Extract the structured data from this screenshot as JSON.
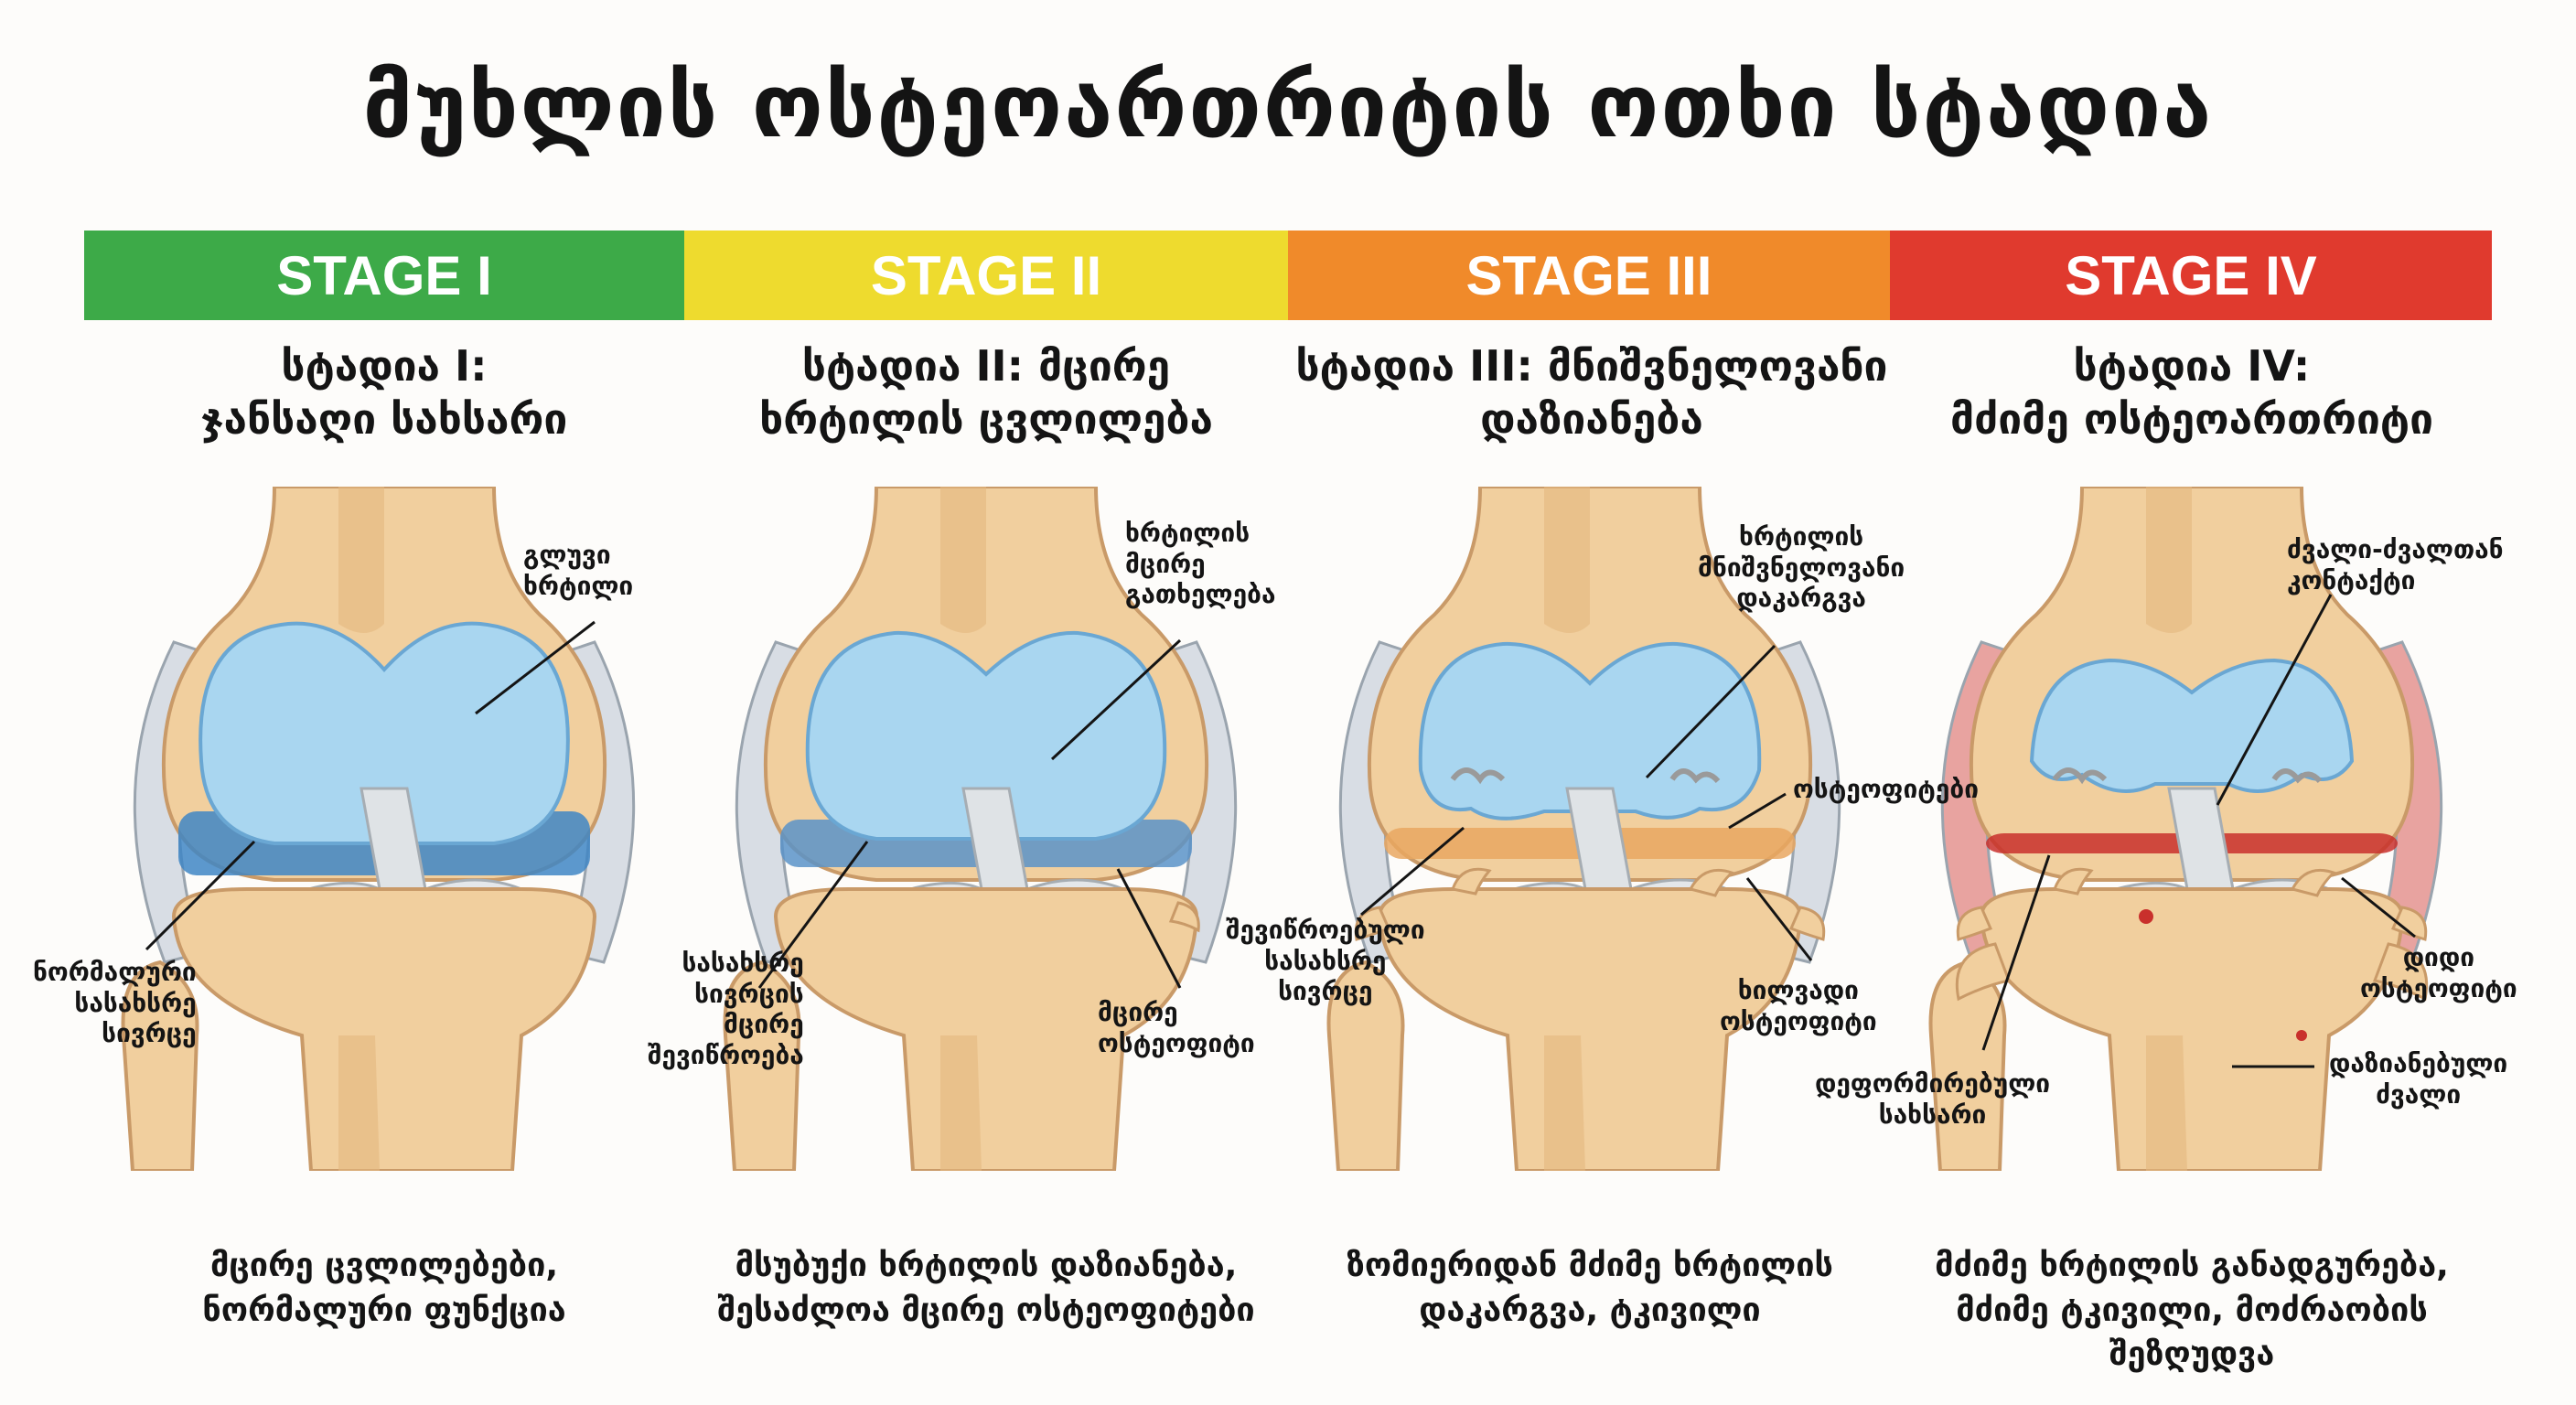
{
  "title": "მუხლის ოსტეოართრიტის ოთხი სტადია",
  "stages": [
    {
      "bar_label": "STAGE I",
      "color": "#3daa48",
      "subtitle": [
        "სტადია I:",
        "ჯანსაღი სახსარი"
      ],
      "annotations": {
        "a": [
          "გლუვი",
          "ხრტილი"
        ],
        "b": [
          "ნორმალური",
          "სასახსრე",
          "სივრცე"
        ]
      },
      "description": [
        "მცირე ცვლილებები,",
        "ნორმალური ფუნქცია"
      ]
    },
    {
      "bar_label": "STAGE II",
      "color": "#eedb2e",
      "subtitle": [
        "სტადია II: მცირე",
        "ხრტილის ცვლილება"
      ],
      "annotations": {
        "a": [
          "ხრტილის",
          "მცირე",
          "გათხელება"
        ],
        "b": [
          "სასახსრე",
          "სივრცის",
          "მცირე",
          "შევიწროება"
        ],
        "c": [
          "მცირე",
          "ოსტეოფიტი"
        ]
      },
      "description": [
        "მსუბუქი ხრტილის დაზიანება,",
        "შესაძლოა მცირე ოსტეოფიტები"
      ]
    },
    {
      "bar_label": "STAGE III",
      "color": "#f08a2a",
      "subtitle": [
        "სტადია III: მნიშვნელოვანი",
        "დაზიანება"
      ],
      "annotations": {
        "a": [
          "ხრტილის",
          "მნიშვნელოვანი",
          "დაკარგვა"
        ],
        "b": [
          "ოსტეოფიტები"
        ],
        "c": [
          "შევიწროებული",
          "სასახსრე",
          "სივრცე"
        ],
        "d": [
          "ხილვადი",
          "ოსტეოფიტი"
        ]
      },
      "description": [
        "ზომიერიდან მძიმე ხრტილის",
        "დაკარგვა, ტკივილი"
      ]
    },
    {
      "bar_label": "STAGE IV",
      "color": "#e03a2e",
      "subtitle": [
        "სტადია IV:",
        "მძიმე ოსტეოართრიტი"
      ],
      "annotations": {
        "a": [
          "ძვალი-ძვალთან",
          "კონტაქტი"
        ],
        "b": [
          "დიდი",
          "ოსტეოფიტი"
        ],
        "c": [
          "დეფორმირებული",
          "სახსარი"
        ],
        "d": [
          "დაზიანებული",
          "ძვალი"
        ]
      },
      "description": [
        "მძიმე ხრტილის განადგურება,",
        "მძიმე ტკივილი, მოძრაობის",
        "შეზღუდვა"
      ]
    }
  ]
}
